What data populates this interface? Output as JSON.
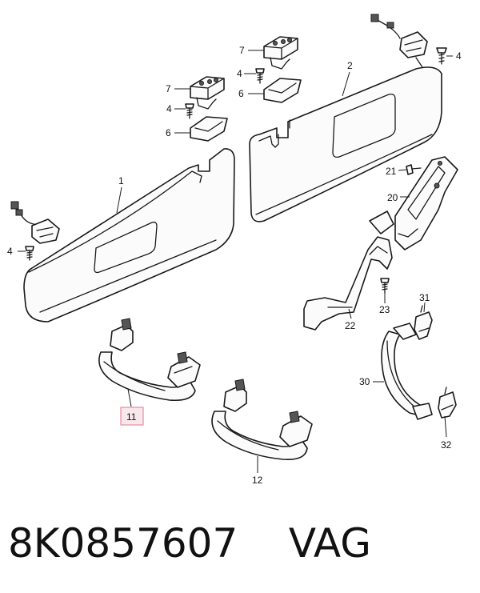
{
  "callouts": {
    "c1": "1",
    "c2": "2",
    "c4a": "4",
    "c4b": "4",
    "c4c": "4",
    "c4d": "4",
    "c6a": "6",
    "c6b": "6",
    "c7a": "7",
    "c7b": "7",
    "c11": "11",
    "c12": "12",
    "c20": "20",
    "c21": "21",
    "c22": "22",
    "c23": "23",
    "c30": "30",
    "c31": "31",
    "c32": "32"
  },
  "highlight_color": "#e98aa0",
  "caption": {
    "part_number": "8K0857607",
    "brand": "VAG"
  }
}
